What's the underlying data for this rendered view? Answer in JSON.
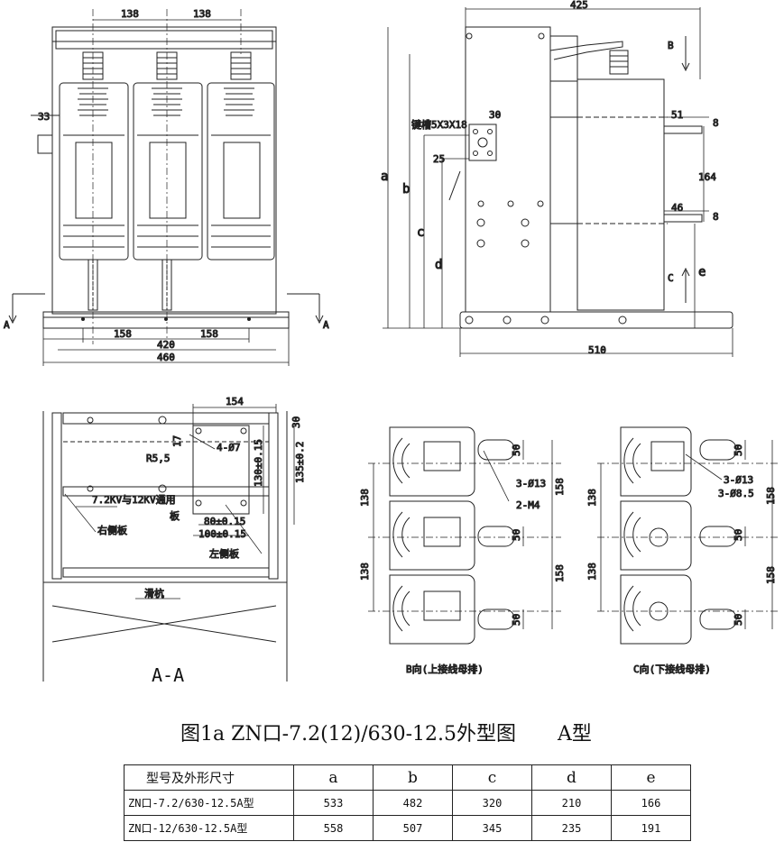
{
  "views": {
    "front": {
      "dims": {
        "top_left": "138",
        "top_right": "138",
        "left_side": "33",
        "bot_inner_left": "158",
        "bot_inner_right": "158",
        "bot_mid": "420",
        "bot_outer": "460"
      },
      "section_mark": "A"
    },
    "side": {
      "dims": {
        "top": "425",
        "width": "510",
        "right_51": "51",
        "right_8a": "8",
        "right_164": "164",
        "right_46": "46",
        "right_8b": "8",
        "d30": "30",
        "d25": "25"
      },
      "letters": {
        "a": "a",
        "b": "b",
        "c": "c",
        "d": "d",
        "e": "e"
      },
      "keyway": "键槽5X3X18",
      "view_b": "B",
      "view_c": "C"
    },
    "section_aa": {
      "dims": {
        "top154": "154",
        "r30": "30",
        "r135": "135±0.2",
        "r130": "130±0.15",
        "b80": "80±0.15",
        "b100": "100±0.15",
        "r17": "17"
      },
      "labels": {
        "r55": "R5,5",
        "holes": "4-Ø7",
        "kv": "7.2KV与12KV通用",
        "ban": "板",
        "right_plate": "右侧板",
        "left_plate": "左侧板",
        "rail": "滑杭"
      },
      "title": "A-A"
    },
    "view_b": {
      "dims": {
        "l138a": "138",
        "l138b": "138",
        "r158a": "158",
        "r158b": "158",
        "d50a": "50",
        "d50b": "50",
        "d50c": "50"
      },
      "labels": {
        "holes": "3-Ø13",
        "m4": "2-M4"
      },
      "title": "B向(上接线母排)"
    },
    "view_c": {
      "dims": {
        "l138a": "138",
        "l138b": "138",
        "r158a": "158",
        "r158b": "158",
        "d50a": "50",
        "d50b": "50",
        "d50c": "50"
      },
      "labels": {
        "holes": "3-Ø13",
        "holes2": "3-Ø8.5"
      },
      "title": "C向(下接线母排)"
    }
  },
  "caption": {
    "main": "图1a ZN口-7.2(12)/630-12.5外型图",
    "type": "A型"
  },
  "table": {
    "headers": [
      "型号及外形尺寸",
      "a",
      "b",
      "c",
      "d",
      "e"
    ],
    "rows": [
      [
        "ZN口-7.2/630-12.5A型",
        "533",
        "482",
        "320",
        "210",
        "166"
      ],
      [
        "ZN口-12/630-12.5A型",
        "558",
        "507",
        "345",
        "235",
        "191"
      ]
    ]
  }
}
